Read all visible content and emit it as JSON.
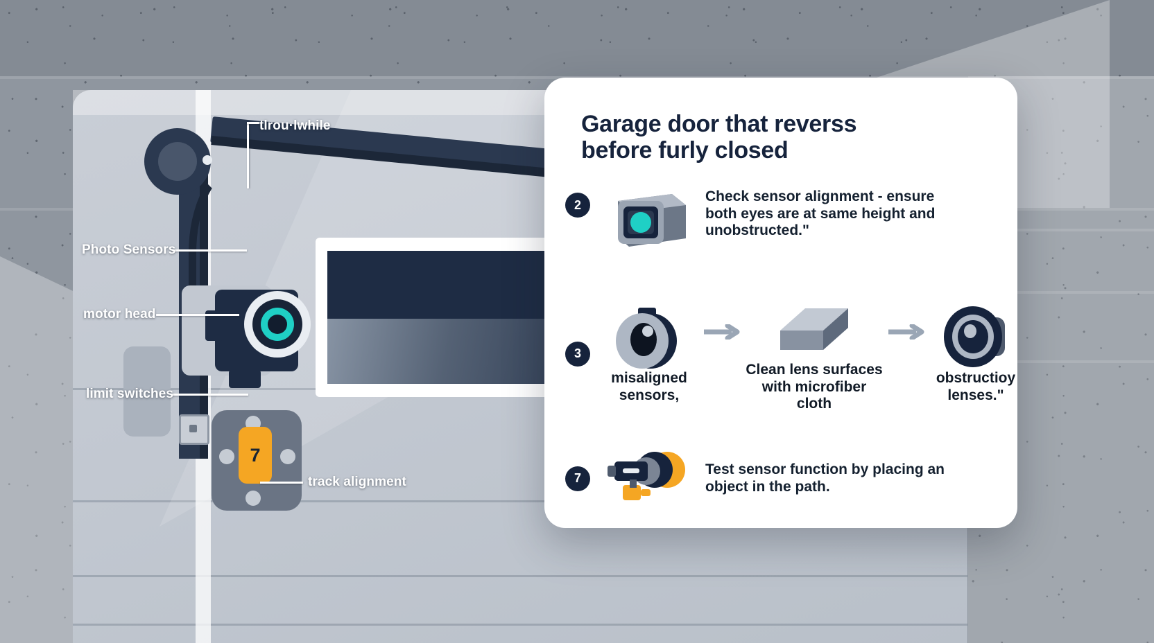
{
  "card": {
    "title_line1": "Garage door that reverss",
    "title_line2": "before furly closed",
    "steps": [
      {
        "number": "2",
        "icon": "photo-eye-sensor-icon",
        "text_line1": "Check sensor alignment - ensure",
        "text_line2": "both eyes are at same height and",
        "text_line3": "unobstructed.\""
      },
      {
        "number": "3",
        "icon": "flow-row-icon",
        "flow": [
          {
            "icon": "misaligned-sensor-icon",
            "label_line1": "misaligned",
            "label_line2": "sensors,"
          },
          {
            "icon": "microfiber-cloth-icon",
            "label_line1": "Clean lens surfaces",
            "label_line2": "with microfiber cloth"
          },
          {
            "icon": "obstructed-lens-icon",
            "label_line1": "obstructioy",
            "label_line2": "lenses.\""
          }
        ],
        "arrow": "arrow-right-icon"
      },
      {
        "number": "7",
        "icon": "sensor-test-tool-icon",
        "text_line1": "Test sensor function by placing an",
        "text_line2": "object in the path."
      }
    ]
  },
  "diagram": {
    "callouts": [
      {
        "id": "top-right",
        "label": "tlrou·lwhile"
      },
      {
        "id": "photo-sensors",
        "label": "Photo Sensors"
      },
      {
        "id": "motor-head",
        "label": "motor head"
      },
      {
        "id": "limit-switches",
        "label": "limit switches"
      },
      {
        "id": "track-alignment",
        "label": "track alignment"
      }
    ],
    "badge": "7",
    "parts": {
      "pulley": "pulley-wheel",
      "rail": "door-track-rail",
      "motor": "motor-head-unit",
      "bracket": "track-bracket",
      "window": "door-window-panel"
    }
  },
  "colors": {
    "navy": "#16233c",
    "teal": "#1fd0c5",
    "amber": "#f5a623",
    "card_bg": "#ffffff",
    "wall": "#8f969f",
    "door": "#c9ced6"
  }
}
